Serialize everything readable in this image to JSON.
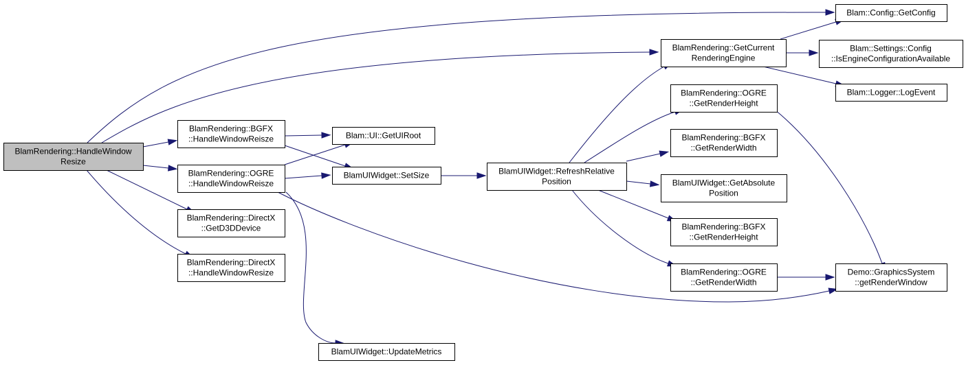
{
  "diagram": {
    "type": "call-graph",
    "colors": {
      "root_fill": "#bfbfbf",
      "node_fill": "#ffffff",
      "border": "#000000",
      "edge": "#191970"
    },
    "nodes": [
      {
        "id": "handle_window_resize",
        "lines": [
          "BlamRendering::HandleWindow",
          "Resize"
        ],
        "root": true
      },
      {
        "id": "bgfx_handle",
        "lines": [
          "BlamRendering::BGFX",
          "::HandleWindowReisze"
        ]
      },
      {
        "id": "ogre_handle",
        "lines": [
          "BlamRendering::OGRE",
          "::HandleWindowReisze"
        ]
      },
      {
        "id": "directx_d3d",
        "lines": [
          "BlamRendering::DirectX",
          "::GetD3DDevice"
        ]
      },
      {
        "id": "directx_handle",
        "lines": [
          "BlamRendering::DirectX",
          "::HandleWindowResize"
        ]
      },
      {
        "id": "get_ui_root",
        "lines": [
          "Blam::UI::GetUIRoot"
        ]
      },
      {
        "id": "set_size",
        "lines": [
          "BlamUIWidget::SetSize"
        ]
      },
      {
        "id": "update_metrics",
        "lines": [
          "BlamUIWidget::UpdateMetrics"
        ]
      },
      {
        "id": "refresh_relative",
        "lines": [
          "BlamUIWidget::RefreshRelative",
          "Position"
        ]
      },
      {
        "id": "get_current_engine",
        "lines": [
          "BlamRendering::GetCurrent",
          "RenderingEngine"
        ]
      },
      {
        "id": "ogre_render_height",
        "lines": [
          "BlamRendering::OGRE",
          "::GetRenderHeight"
        ]
      },
      {
        "id": "bgfx_render_width",
        "lines": [
          "BlamRendering::BGFX",
          "::GetRenderWidth"
        ]
      },
      {
        "id": "get_absolute",
        "lines": [
          "BlamUIWidget::GetAbsolute",
          "Position"
        ]
      },
      {
        "id": "bgfx_render_height",
        "lines": [
          "BlamRendering::BGFX",
          "::GetRenderHeight"
        ]
      },
      {
        "id": "ogre_render_width",
        "lines": [
          "BlamRendering::OGRE",
          "::GetRenderWidth"
        ]
      },
      {
        "id": "get_config",
        "lines": [
          "Blam::Config::GetConfig"
        ]
      },
      {
        "id": "is_engine_config",
        "lines": [
          "Blam::Settings::Config",
          "::IsEngineConfigurationAvailable"
        ]
      },
      {
        "id": "log_event",
        "lines": [
          "Blam::Logger::LogEvent"
        ]
      },
      {
        "id": "get_render_window",
        "lines": [
          "Demo::GraphicsSystem",
          "::getRenderWindow"
        ]
      }
    ],
    "edges": [
      {
        "from": "handle_window_resize",
        "to": "get_config"
      },
      {
        "from": "handle_window_resize",
        "to": "get_current_engine"
      },
      {
        "from": "handle_window_resize",
        "to": "bgfx_handle"
      },
      {
        "from": "handle_window_resize",
        "to": "ogre_handle"
      },
      {
        "from": "handle_window_resize",
        "to": "directx_d3d"
      },
      {
        "from": "handle_window_resize",
        "to": "directx_handle"
      },
      {
        "from": "bgfx_handle",
        "to": "get_ui_root"
      },
      {
        "from": "bgfx_handle",
        "to": "set_size"
      },
      {
        "from": "ogre_handle",
        "to": "get_ui_root"
      },
      {
        "from": "ogre_handle",
        "to": "set_size"
      },
      {
        "from": "ogre_handle",
        "to": "update_metrics"
      },
      {
        "from": "ogre_handle",
        "to": "get_render_window"
      },
      {
        "from": "set_size",
        "to": "refresh_relative"
      },
      {
        "from": "refresh_relative",
        "to": "get_current_engine"
      },
      {
        "from": "refresh_relative",
        "to": "ogre_render_height"
      },
      {
        "from": "refresh_relative",
        "to": "bgfx_render_width"
      },
      {
        "from": "refresh_relative",
        "to": "get_absolute"
      },
      {
        "from": "refresh_relative",
        "to": "bgfx_render_height"
      },
      {
        "from": "refresh_relative",
        "to": "ogre_render_width"
      },
      {
        "from": "get_current_engine",
        "to": "get_config"
      },
      {
        "from": "get_current_engine",
        "to": "is_engine_config"
      },
      {
        "from": "get_current_engine",
        "to": "log_event"
      },
      {
        "from": "ogre_render_height",
        "to": "get_render_window"
      },
      {
        "from": "ogre_render_width",
        "to": "get_render_window"
      }
    ]
  }
}
